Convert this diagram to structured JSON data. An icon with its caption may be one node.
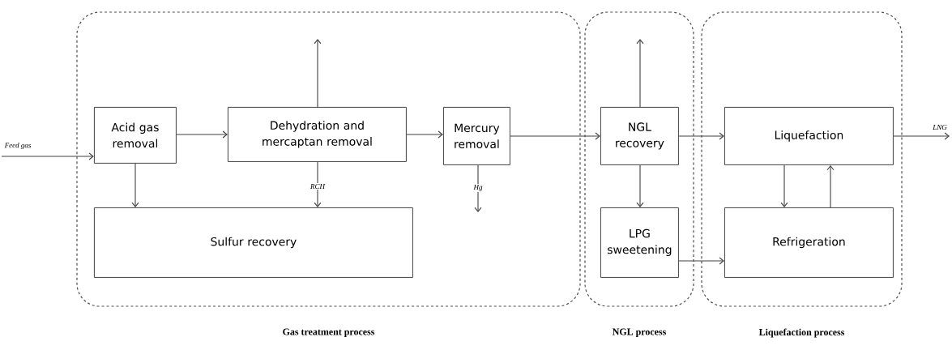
{
  "diagram": {
    "nodes": [
      {
        "text": [
          "Gas treatment process"
        ]
      },
      {
        "text": [
          "Acid gas removal"
        ],
        "in": 0
      },
      {
        "text": [
          "Dehydration and mercaptan removal"
        ],
        "in": 0
      },
      {
        "text": [
          "Mercury removal"
        ],
        "in": 0
      },
      {
        "text": [
          "Sulfur recovery"
        ],
        "in": 0
      },
      {
        "text": [
          "NGL process"
        ]
      },
      {
        "text": [
          "NGL recovery"
        ],
        "in": 5
      },
      {
        "text": [
          "LPG sweetening"
        ],
        "in": 5
      },
      {
        "text": [
          "Liquefaction process"
        ]
      },
      {
        "text": [
          "Liquefaction"
        ],
        "in": 8
      },
      {
        "text": [
          "Refrigeration"
        ],
        "in": 8
      }
    ],
    "edges": [
      {
        "from": null,
        "to": 1,
        "arrow": "to",
        "label": "Feed gas"
      },
      {
        "from": 1,
        "to": 2,
        "arrow": "to"
      },
      {
        "from": 2,
        "to": 3,
        "arrow": "to"
      },
      {
        "from": 3,
        "to": 6,
        "arrow": "to"
      },
      {
        "from": 6,
        "to": 9,
        "arrow": "to"
      },
      {
        "from": 9,
        "to": null,
        "arrow": "to",
        "label": "LNG"
      },
      {
        "from": 1,
        "to": 4,
        "arrow": "to"
      },
      {
        "from": 2,
        "to": 4,
        "arrow": "to",
        "label": "RCH"
      },
      {
        "from": 3,
        "to": null,
        "arrow": "to",
        "label": "Hg"
      },
      {
        "from": 2,
        "to": null,
        "arrow": "to"
      },
      {
        "from": 6,
        "to": null,
        "arrow": "to"
      },
      {
        "from": 6,
        "to": 7,
        "arrow": "to"
      },
      {
        "from": 7,
        "to": 10,
        "arrow": "to"
      },
      {
        "from": 9,
        "to": 10,
        "arrow": "to"
      },
      {
        "from": 10,
        "to": 9,
        "arrow": "to"
      }
    ]
  }
}
